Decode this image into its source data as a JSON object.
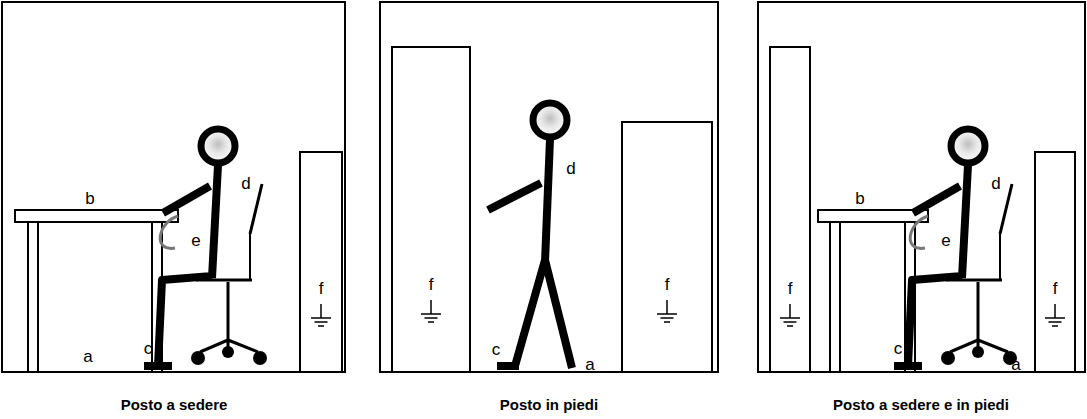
{
  "diagram": {
    "labels": [
      "b",
      "d",
      "e",
      "f",
      "c",
      "a",
      "Posto a sedere",
      "f",
      "d",
      "c",
      "a",
      "f",
      "Posto in piedi",
      "f",
      "b",
      "d",
      "e",
      "c",
      "a",
      "f",
      "Posto a sedere e in piedi"
    ]
  }
}
